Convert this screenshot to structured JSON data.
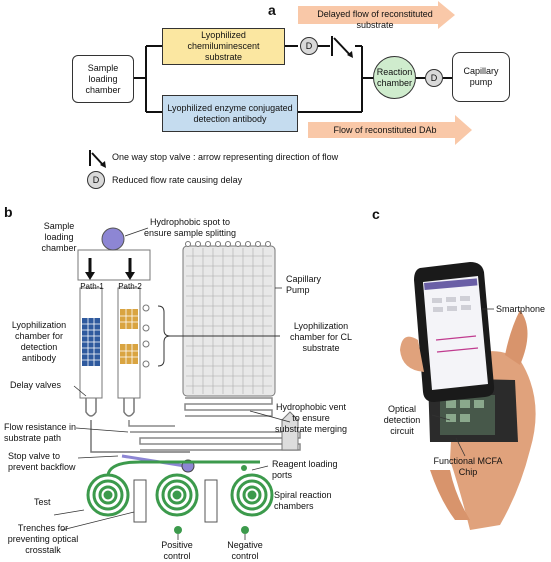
{
  "panel_a": {
    "letter": "a",
    "sample_chamber": "Sample\nloading\nchamber",
    "cl_substrate": "Lyophilized chemiluminescent\nsubstrate",
    "enzyme_antibody": "Lyophilized enzyme conjugated\ndetection antibody",
    "reaction_chamber": "Reaction\nchamber",
    "capillary_pump": "Capillary\npump",
    "delay_symbol": "D",
    "delayed_flow": "Delayed flow of reconstituted substrate",
    "flow_dab": "Flow of reconstituted DAb",
    "legend_valve": "One way stop valve : arrow representing direction of flow",
    "legend_delay": "Reduced flow rate causing delay",
    "colors": {
      "cl": "#fbe7a1",
      "enzyme": "#c5dcef",
      "reaction": "#cfeccd",
      "arrow": "#f9c8a8",
      "dnode": "#d9d9d9"
    }
  },
  "panel_b": {
    "letter": "b",
    "sample_loading": "Sample\nloading\nchamber",
    "hydrophobic_spot": "Hydrophobic spot to\nensure sample splitting",
    "path1": "Path-1",
    "path2": "Path-2",
    "capillary_pump": "Capillary\nPump",
    "lyo_detection": "Lyophilization\nchamber for\ndetection\nantibody",
    "lyo_cl": "Lyophilization\nchamber for CL\nsubstrate",
    "delay_valves": "Delay valves",
    "hydrophobic_vent": "Hydrophobic vent\nto ensure\nsubstrate merging",
    "flow_resistance": "Flow resistance in\nsubstrate path",
    "stop_valve": "Stop valve to\nprevent backflow",
    "reagent_ports": "Reagent loading\nports",
    "test": "Test",
    "spiral": "Spiral reaction\nchambers",
    "trenches": "Trenches for\npreventing optical\ncrosstalk",
    "positive": "Positive\ncontrol",
    "negative": "Negative\ncontrol",
    "colors": {
      "blue": "#2f5a9e",
      "gold": "#d9a441",
      "green": "#3c9a4c",
      "purple": "#8d86d4"
    }
  },
  "panel_c": {
    "letter": "c",
    "smartphone": "Smartphone",
    "optical": "Optical\ndetection\ncircuit",
    "chip": "Functional MCFA\nChip"
  }
}
